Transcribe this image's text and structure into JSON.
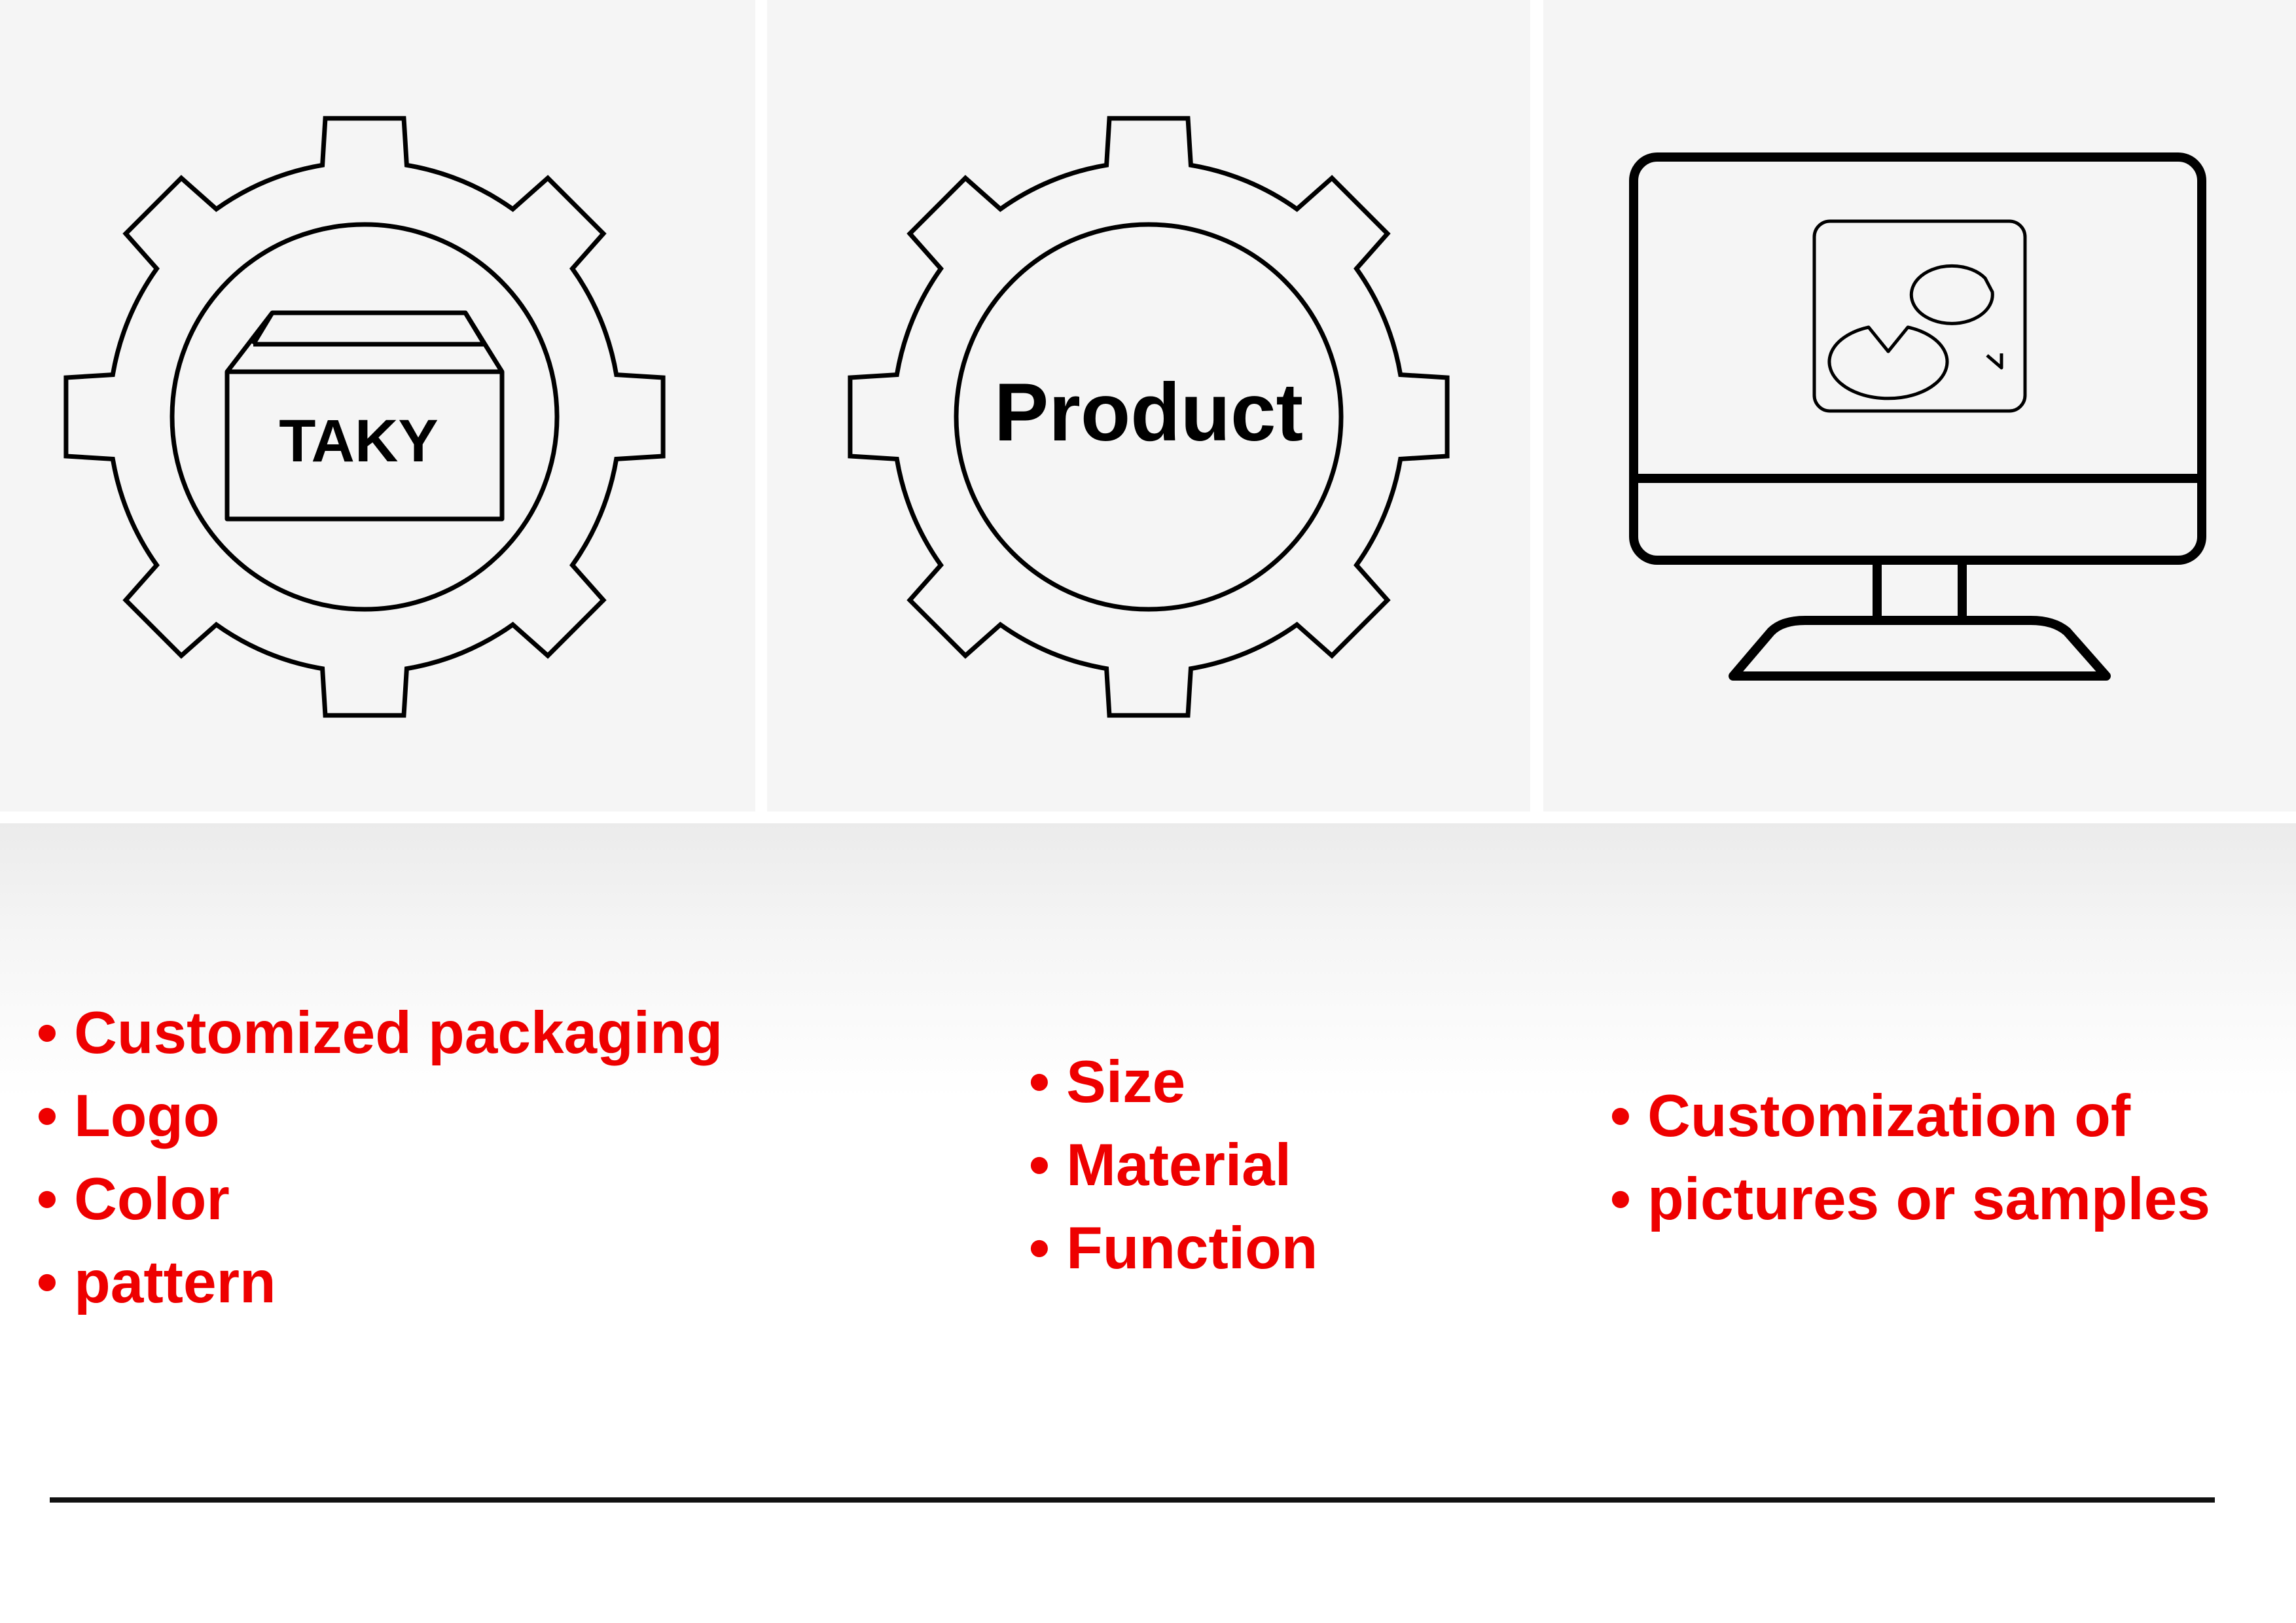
{
  "panels": {
    "packaging": {
      "icon": "gear-box-icon",
      "logo_text": "TAKY"
    },
    "product": {
      "icon": "gear-icon",
      "label": "Product"
    },
    "customization": {
      "icon": "monitor-chat-icon"
    }
  },
  "features": {
    "packaging": [
      "Customized packaging",
      "Logo",
      "Color",
      "pattern"
    ],
    "product": [
      "Size",
      "Material",
      "Function"
    ],
    "customization": [
      "Customization of",
      "pictures or samples"
    ]
  },
  "colors": {
    "accent_text": "#ee0000",
    "panel_bg": "#f5f5f5",
    "line": "#111111"
  }
}
